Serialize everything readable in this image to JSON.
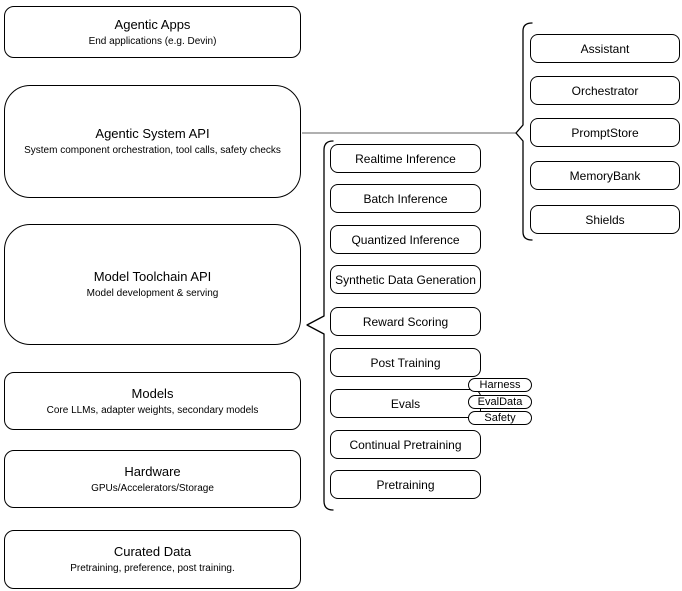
{
  "diagram": {
    "left_stack": [
      {
        "title": "Agentic Apps",
        "subtitle": "End applications (e.g. Devin)"
      },
      {
        "title": "Agentic System API",
        "subtitle": "System component orchestration, tool calls, safety checks"
      },
      {
        "title": "Model Toolchain API",
        "subtitle": "Model development & serving"
      },
      {
        "title": "Models",
        "subtitle": "Core LLMs, adapter weights, secondary models"
      },
      {
        "title": "Hardware",
        "subtitle": "GPUs/Accelerators/Storage"
      },
      {
        "title": "Curated Data",
        "subtitle": "Pretraining, preference, post training."
      }
    ],
    "toolchain_items": [
      "Realtime Inference",
      "Batch Inference",
      "Quantized Inference",
      "Synthetic Data Generation",
      "Reward Scoring",
      "Post Training",
      "Evals",
      "Continual Pretraining",
      "Pretraining"
    ],
    "eval_tags": [
      "Harness",
      "EvalData",
      "Safety"
    ],
    "system_components": [
      "Assistant",
      "Orchestrator",
      "PromptStore",
      "MemoryBank",
      "Shields"
    ],
    "colors": {
      "box_stroke": "#000000",
      "box_fill": "#ffffff",
      "connector_line": "#808080"
    }
  }
}
